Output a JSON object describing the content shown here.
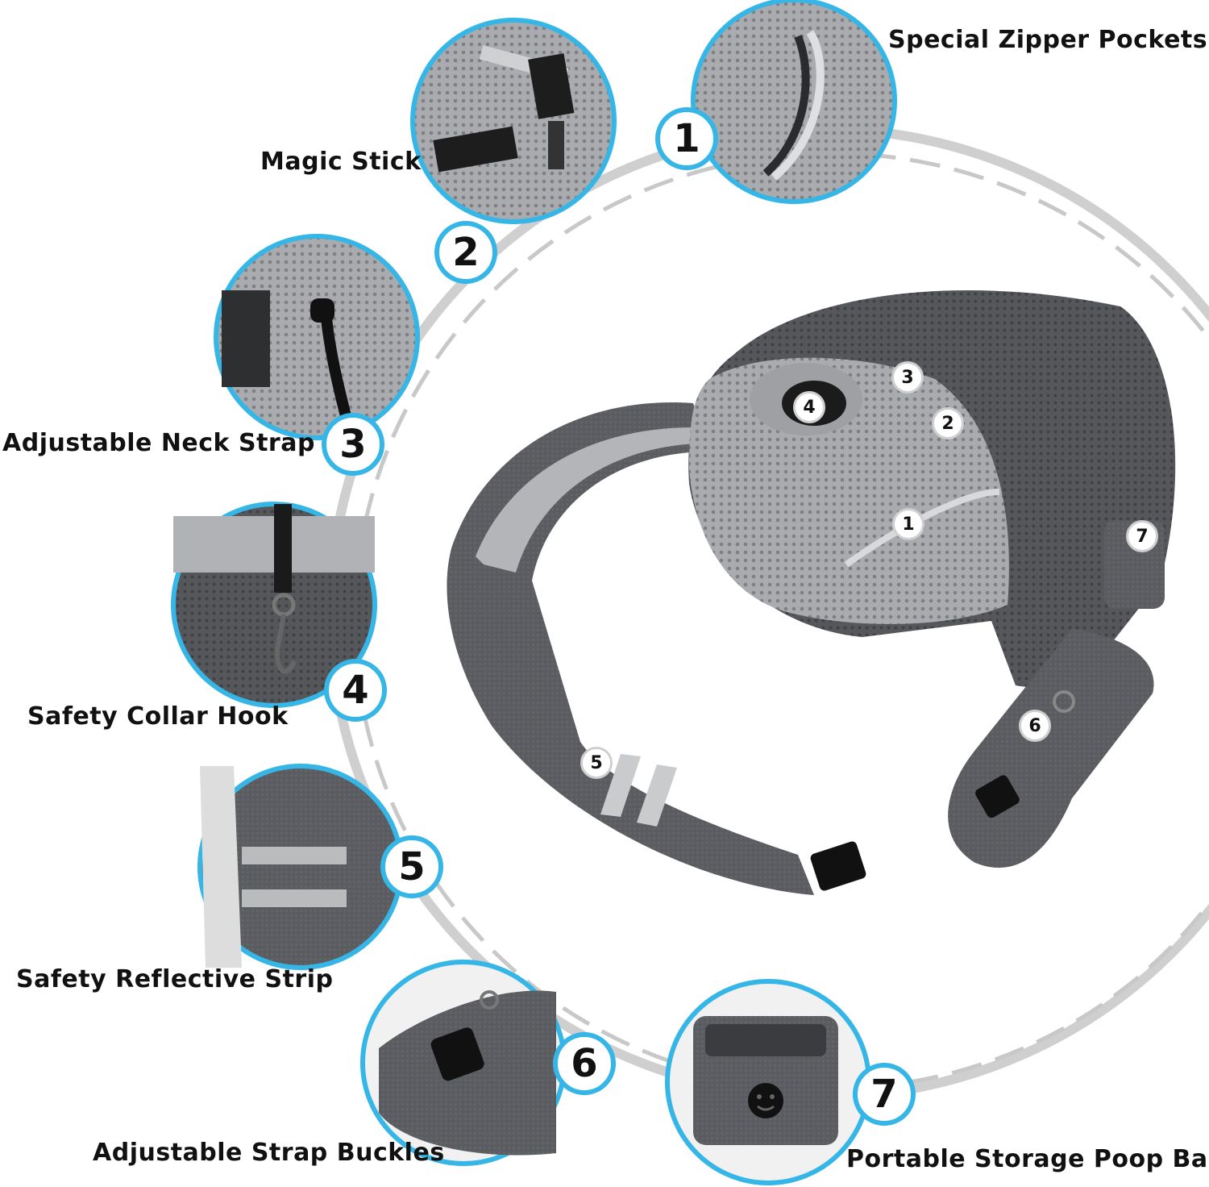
{
  "callouts": [
    {
      "number": "1",
      "label": "Special Zipper Pockets",
      "icon": "zipper-pocket-icon"
    },
    {
      "number": "2",
      "label": "Magic Stick",
      "icon": "velcro-icon"
    },
    {
      "number": "3",
      "label": "Adjustable Neck Strap",
      "icon": "drawstring-icon"
    },
    {
      "number": "4",
      "label": "Safety Collar Hook",
      "icon": "collar-hook-icon"
    },
    {
      "number": "5",
      "label": "Safety Reflective Strip",
      "icon": "reflective-strip-icon"
    },
    {
      "number": "6",
      "label": "Adjustable Strap Buckles",
      "icon": "strap-buckle-icon"
    },
    {
      "number": "7",
      "label": "Portable Storage Poop Bag",
      "icon": "poop-bag-pouch-icon"
    }
  ],
  "product_markers": [
    "1",
    "2",
    "3",
    "4",
    "5",
    "6",
    "7"
  ],
  "colors": {
    "accent_ring": "#35b6e6",
    "orbit_line": "#cccccc",
    "fabric_dark": "#55575b",
    "mesh_light": "#a7a9ac"
  }
}
